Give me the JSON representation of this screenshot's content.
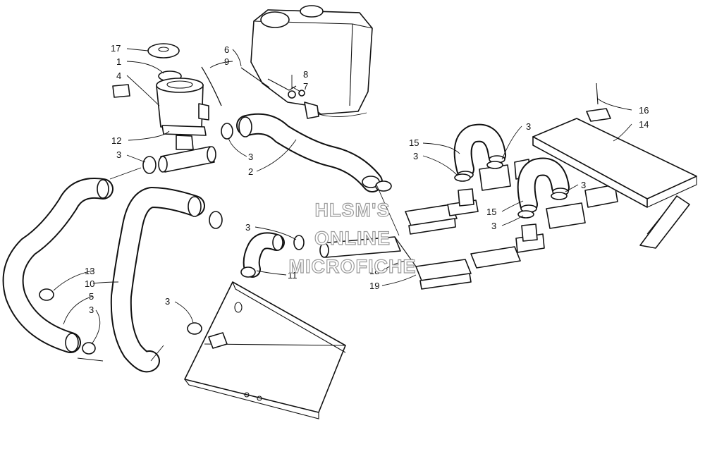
{
  "watermark": {
    "lines": [
      "HLSM'S",
      "ONLINE",
      "MICROFICHE"
    ]
  },
  "callouts": [
    {
      "id": "17",
      "label": "17"
    },
    {
      "id": "1",
      "label": "1"
    },
    {
      "id": "4",
      "label": "4"
    },
    {
      "id": "12",
      "label": "12"
    },
    {
      "id": "3a",
      "label": "3"
    },
    {
      "id": "6",
      "label": "6"
    },
    {
      "id": "9",
      "label": "9"
    },
    {
      "id": "8",
      "label": "8"
    },
    {
      "id": "7",
      "label": "7"
    },
    {
      "id": "3b",
      "label": "3"
    },
    {
      "id": "2",
      "label": "2"
    },
    {
      "id": "15a",
      "label": "15"
    },
    {
      "id": "3c",
      "label": "3"
    },
    {
      "id": "3d",
      "label": "3"
    },
    {
      "id": "16",
      "label": "16"
    },
    {
      "id": "14",
      "label": "14"
    },
    {
      "id": "3e",
      "label": "3"
    },
    {
      "id": "15b",
      "label": "15"
    },
    {
      "id": "3f",
      "label": "3"
    },
    {
      "id": "3g",
      "label": "3"
    },
    {
      "id": "11",
      "label": "11"
    },
    {
      "id": "18",
      "label": "18"
    },
    {
      "id": "19",
      "label": "19"
    },
    {
      "id": "13",
      "label": "13"
    },
    {
      "id": "10",
      "label": "10"
    },
    {
      "id": "5",
      "label": "5"
    },
    {
      "id": "3h",
      "label": "3"
    },
    {
      "id": "3i",
      "label": "3"
    }
  ],
  "colors": {
    "line": "#111111",
    "background": "#ffffff",
    "watermark_outline": "#9a9a9a"
  }
}
